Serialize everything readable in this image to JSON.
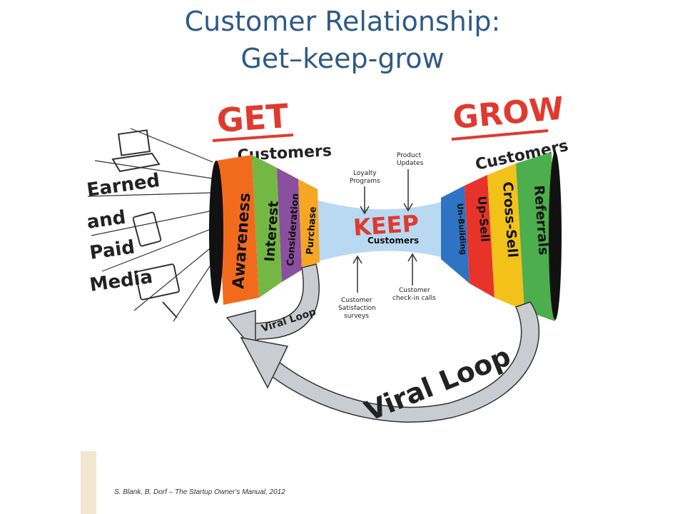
{
  "slide": {
    "title_line1": "Customer Relationship:",
    "title_line2": "Get–keep-grow",
    "citation": "S. Blank, B. Dorf – The Startup Owner's Manual, 2012"
  },
  "diagram": {
    "get_title": "GET",
    "get_subtitle": "Customers",
    "grow_title": "GROW",
    "grow_subtitle": "Customers",
    "keep_title": "KEEP",
    "keep_subtitle": "Customers",
    "media_lines": [
      "Earned",
      "and",
      "Paid",
      "Media"
    ],
    "get_bands": [
      {
        "label": "Awareness",
        "color": "#f26b1d"
      },
      {
        "label": "Interest",
        "color": "#74b843"
      },
      {
        "label": "Consideration",
        "color": "#8a4f9e"
      },
      {
        "label": "Purchase",
        "color": "#f5a623"
      }
    ],
    "grow_bands": [
      {
        "label": "Un-Building",
        "color": "#2f73c4"
      },
      {
        "label": "Up-Sell",
        "color": "#e8332a"
      },
      {
        "label": "Cross-Sell",
        "color": "#f2c21a"
      },
      {
        "label": "Referrals",
        "color": "#4cae4c"
      }
    ],
    "annotations": {
      "loyalty": [
        "Loyalty",
        "Programs"
      ],
      "product": [
        "Product",
        "Updates"
      ],
      "satisfaction": [
        "Customer",
        "Satisfaction",
        "surveys"
      ],
      "checkin": [
        "Customer",
        "check-in calls"
      ]
    },
    "viral_small": "Viral Loop",
    "viral_big": "Viral Loop",
    "colors": {
      "title": "#2e5a87",
      "get_grow": "#e03a2f",
      "keep": "#e03a2f",
      "neck": "#b9d8f2"
    }
  }
}
